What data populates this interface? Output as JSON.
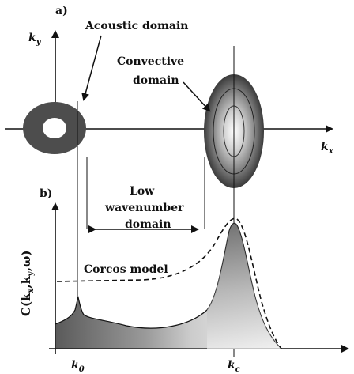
{
  "panel_a": {
    "tag": "a)",
    "ky_label": "k",
    "ky_sub": "y",
    "kx_label": "k",
    "kx_sub": "x",
    "acoustic_label": "Acoustic domain",
    "convective_label_1": "Convective",
    "convective_label_2": "domain"
  },
  "panel_b": {
    "tag": "b)",
    "low_wavenumber_1": "Low",
    "low_wavenumber_2": "wavenumber",
    "low_wavenumber_3": "domain",
    "ylabel": "C(k",
    "ylabel_sub1": "x",
    "ylabel_mid": ",k",
    "ylabel_sub2": "y",
    "ylabel_end": ",ω)",
    "corcos_label": "Corcos model",
    "k0_label": "k",
    "k0_sub": "0",
    "kc_label": "k",
    "kc_sub": "c"
  },
  "colors": {
    "ink": "#111111",
    "dark_fill": "#555555",
    "light_fill": "#f0f0f0"
  }
}
